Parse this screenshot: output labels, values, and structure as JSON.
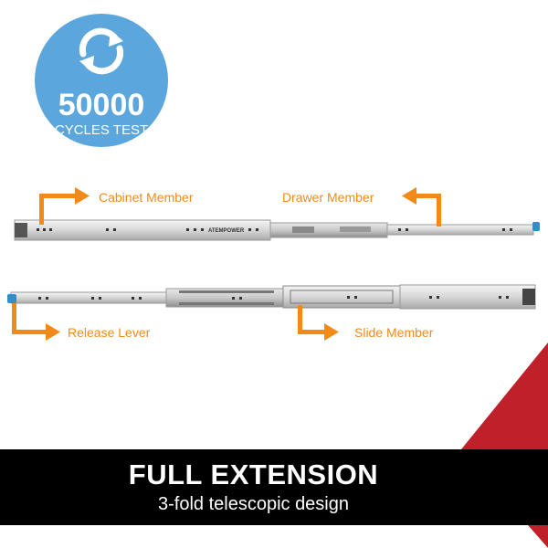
{
  "badge": {
    "number": "50000",
    "label": "CYCLES TEST",
    "icon": "refresh-cycle-icon",
    "color": "#5aa6dd"
  },
  "callouts": {
    "cabinet_member": "Cabinet Member",
    "drawer_member": "Drawer Member",
    "release_lever": "Release Lever",
    "slide_member": "Slide Member"
  },
  "brand": "ATEMPOWER",
  "banner": {
    "headline": "FULL EXTENSION",
    "tagline": "3-fold telescopic design"
  },
  "colors": {
    "accent_orange": "#f28a1a",
    "accent_red": "#c0202a",
    "banner_black": "#000000",
    "lever_blue": "#2f8fc6"
  }
}
